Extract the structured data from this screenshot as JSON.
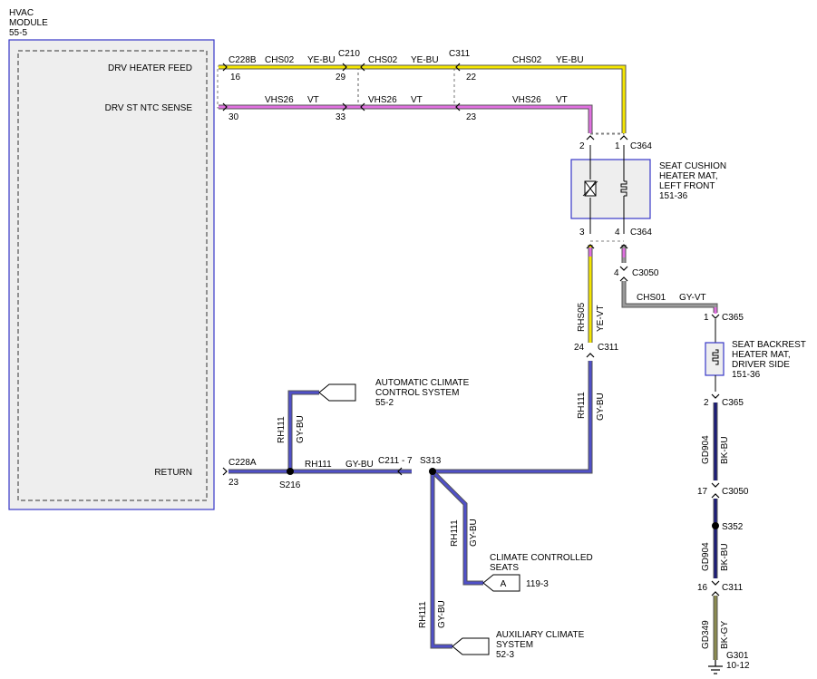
{
  "module": {
    "title": [
      "HVAC",
      "MODULE",
      "55-5"
    ],
    "pins": {
      "drv_heater_feed": "DRV HEATER FEED",
      "drv_st_ntc_sense": "DRV ST NTC SENSE",
      "return": "RETURN"
    }
  },
  "connectors": {
    "c228b": "C228B",
    "c228b_pin": "16",
    "c228b_pin2": "30",
    "c210": "C210",
    "c210_pin": "29",
    "c210_pin2": "33",
    "c311_top": "C311",
    "c311_top_pin": "22",
    "c311_top_pin2": "23",
    "c364_top": "C364",
    "c364_top_pin_a": "2",
    "c364_top_pin_b": "1",
    "c364_bot": "C364",
    "c364_bot_pin_a": "3",
    "c364_bot_pin_b": "4",
    "c3050_top": "C3050",
    "c3050_top_pin": "4",
    "c365_top": "C365",
    "c365_top_pin": "1",
    "c365_bot": "C365",
    "c365_bot_pin": "2",
    "c3050_bot": "C3050",
    "c3050_bot_pin": "17",
    "c311_mid": "C311",
    "c311_mid_pin": "24",
    "c311_bot": "C311",
    "c311_bot_pin": "16",
    "c228a": "C228A",
    "c228a_pin": "23",
    "c211": "C211 - 7",
    "s216": "S216",
    "s313": "S313",
    "s352": "S352",
    "g301": [
      "G301",
      "10-12"
    ]
  },
  "wires": {
    "chs02": "CHS02",
    "ye_bu": "YE-BU",
    "vhs26": "VHS26",
    "vt": "VT",
    "rhs05": "RHS05",
    "ye_vt": "YE-VT",
    "chs01": "CHS01",
    "gy_vt": "GY-VT",
    "rh111": "RH111",
    "gy_bu": "GY-BU",
    "gd904": "GD904",
    "bk_bu": "BK-BU",
    "gd349": "GD349",
    "bk_gy": "BK-GY"
  },
  "components": {
    "seat_cushion": [
      "SEAT CUSHION",
      "HEATER MAT,",
      "LEFT FRONT",
      "151-36"
    ],
    "seat_backrest": [
      "SEAT BACKREST",
      "HEATER MAT,",
      "DRIVER SIDE",
      "151-36"
    ],
    "acc": [
      "AUTOMATIC CLIMATE",
      "CONTROL SYSTEM",
      "55-2"
    ],
    "ccs": [
      "CLIMATE CONTROLLED",
      "SEATS"
    ],
    "ccs_ref": "119-3",
    "ccs_flag": "A",
    "aux": [
      "AUXILIARY CLIMATE",
      "SYSTEM",
      "52-3"
    ]
  },
  "colors": {
    "yellow": "#f5e600",
    "violet": "#e070e0",
    "gray": "#9a9a9a",
    "blue": "#5050c8",
    "navy": "#1c1c78",
    "olive": "#8a8a50",
    "module_border": "#3838c8"
  }
}
